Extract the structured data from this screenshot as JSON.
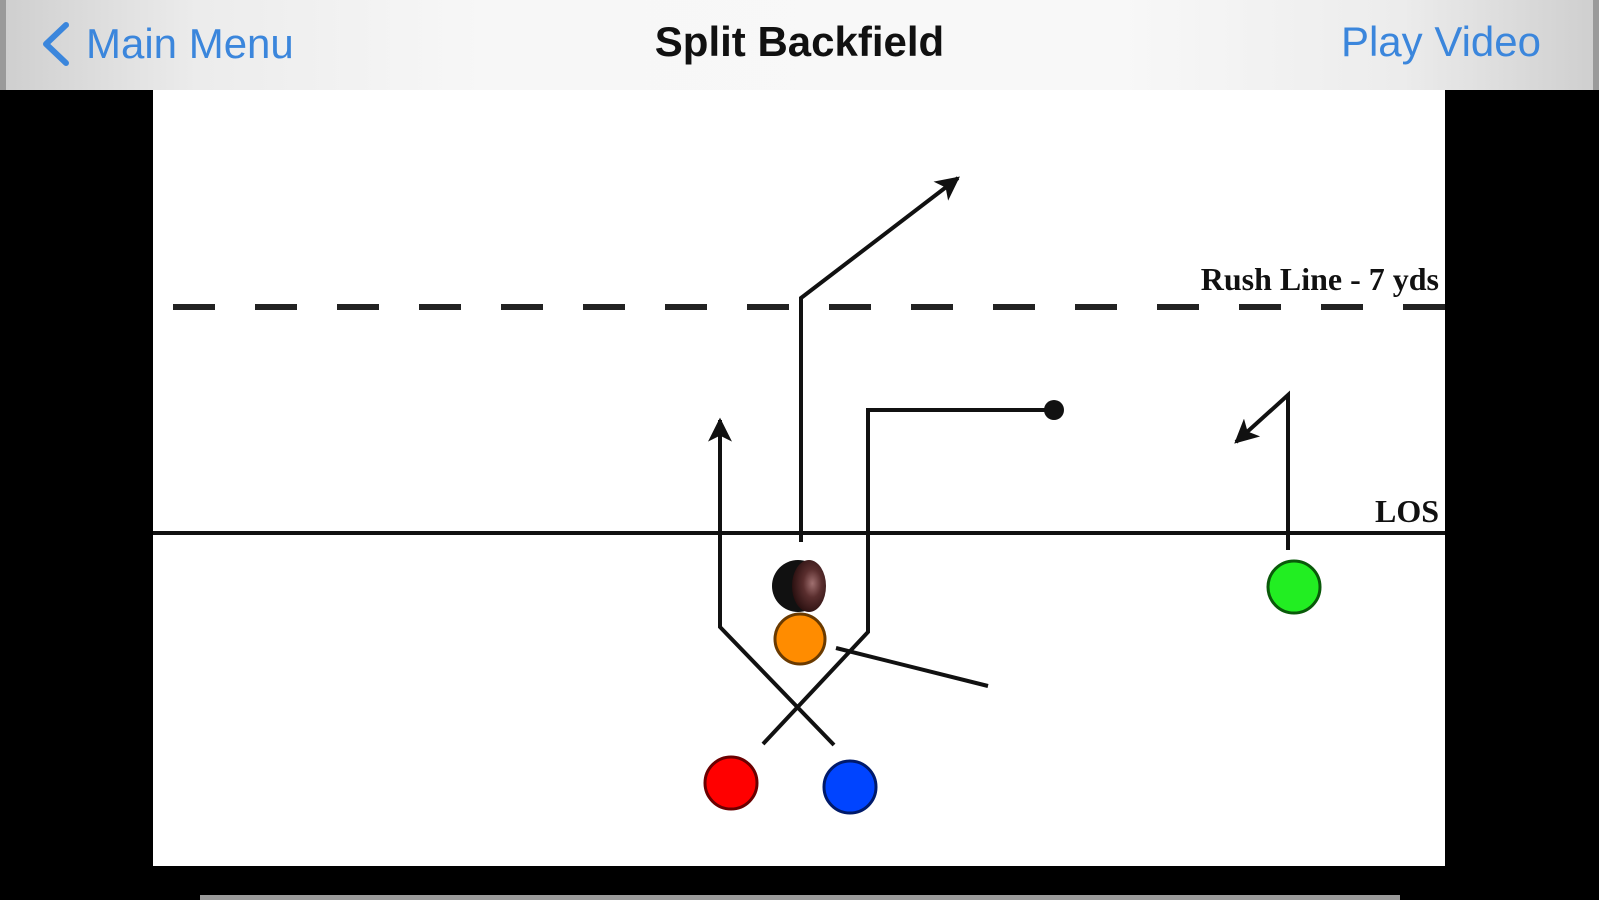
{
  "navbar": {
    "back_label": "Main Menu",
    "back_icon": "chevron-left-icon",
    "title": "Split Backfield",
    "action_label": "Play Video",
    "accent_color": "#3b86dc"
  },
  "diagram": {
    "rush_line_label": "Rush Line - 7 yds",
    "los_label": "LOS",
    "players": [
      {
        "id": "center",
        "color": "#ff8c00",
        "role": "center-with-ball"
      },
      {
        "id": "left-back",
        "color": "#ff0000"
      },
      {
        "id": "right-back",
        "color": "#0044ff"
      },
      {
        "id": "wide-receiver",
        "color": "#22ee22"
      }
    ],
    "ball_icon": "football-icon"
  }
}
